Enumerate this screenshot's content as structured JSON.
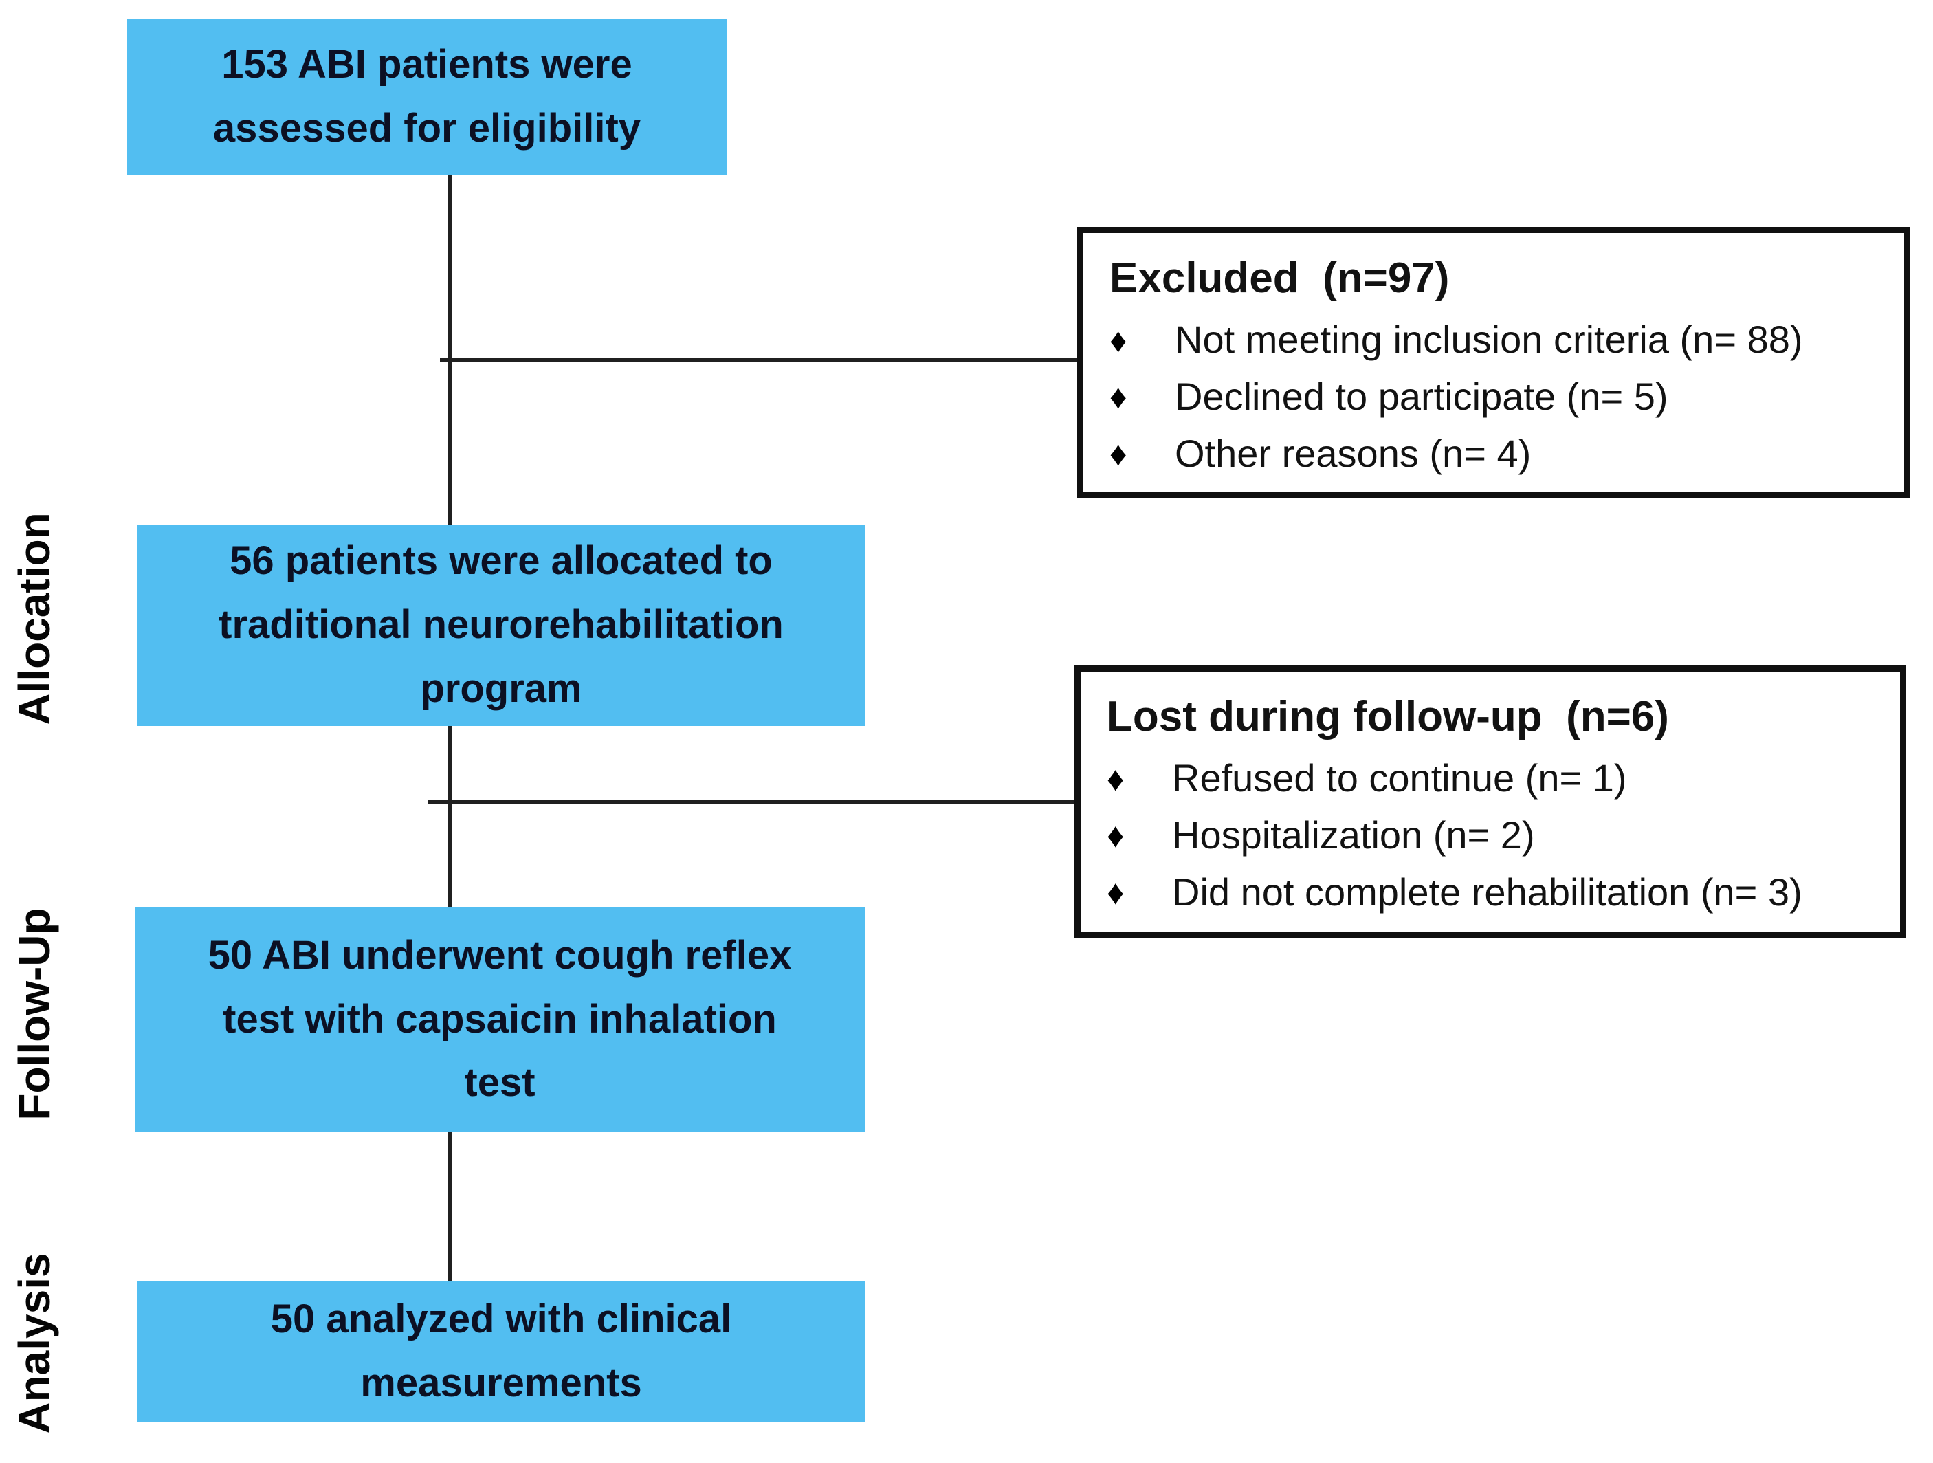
{
  "diagram": {
    "kind": "consort-flow-diagram",
    "colors": {
      "flow_box_fill": "#52BEF1",
      "flow_box_text": "#0c1023",
      "side_box_border": "#101010",
      "connector": "#202020",
      "background": "#ffffff"
    },
    "stage_labels": [
      {
        "label": "Allocation"
      },
      {
        "label": "Follow-Up"
      },
      {
        "label": "Analysis"
      }
    ],
    "flow_boxes": [
      {
        "text": "153 ABI patients were assessed for eligibility"
      },
      {
        "text": "56 patients were allocated to traditional neurorehabilitation program"
      },
      {
        "text": "50 ABI underwent cough reflex test with capsaicin inhalation test"
      },
      {
        "text": "50 analyzed with clinical measurements"
      }
    ],
    "side_boxes": [
      {
        "title": "Excluded  (n=97)",
        "bullet": "♦",
        "items": [
          "Not meeting inclusion criteria (n= 88)",
          "Declined to participate (n= 5)",
          "Other reasons (n= 4)"
        ]
      },
      {
        "title": "Lost during follow-up  (n=6)",
        "bullet": "♦",
        "items": [
          "Refused to continue (n= 1)",
          "Hospitalization (n= 2)",
          "Did not complete rehabilitation (n= 3)"
        ]
      }
    ]
  }
}
